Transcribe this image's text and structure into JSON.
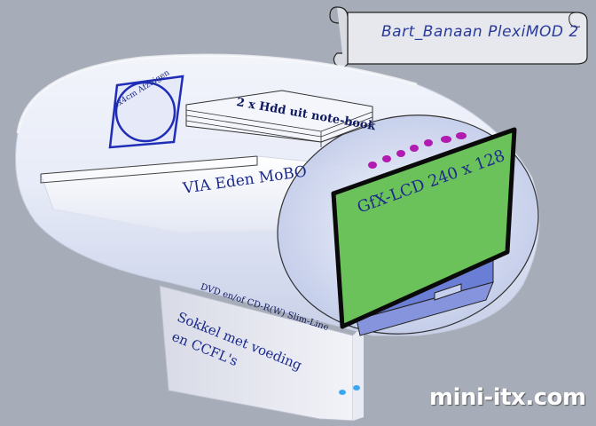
{
  "title": "Bart_Banaan PlexiMOD 2",
  "labels": {
    "fan": "4x4cm Afzuigen",
    "hdd": "2 x Hdd uit note-book",
    "mobo": "VIA Eden MoBO",
    "lcd": "GfX-LCD 240 x 128",
    "dvd": "DVD en/of CD-R(W) Slim-Line",
    "sokkel_line1": "Sokkel met voeding",
    "sokkel_line2": "en CCFL's"
  },
  "watermark": {
    "part1": "mini-",
    "part2": "itx",
    "part3": ".com"
  },
  "colors": {
    "background": "#a7adb8",
    "lcd_green": "#6cc25a",
    "led_purple": "#b21bb0",
    "led_blue": "#3aa8f0",
    "label_blue": "#1c2a8c"
  }
}
